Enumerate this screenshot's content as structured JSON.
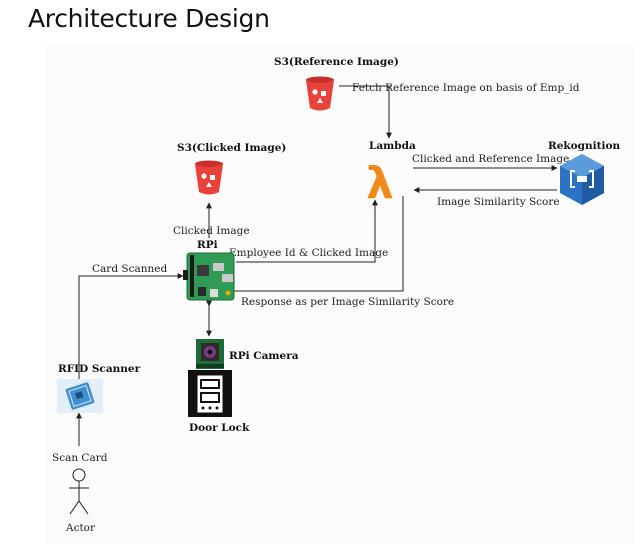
{
  "title": "Architecture Design",
  "nodes": {
    "s3_reference": "S3(Reference Image)",
    "s3_clicked": "S3(Clicked Image)",
    "lambda": "Lambda",
    "rekognition": "Rekognition",
    "rpi": "RPi",
    "rpi_camera": "RPi Camera",
    "rfid_scanner": "RFID Scanner",
    "door_lock": "Door Lock",
    "actor": "Actor"
  },
  "edges": {
    "fetch_reference": "Fetch Reference Image  on basis of Emp_id",
    "clicked_and_reference": "Clicked and Reference Image",
    "image_similarity": "Image Similarity Score",
    "clicked_image": "Clicked Image",
    "employee_id": "Employee Id & Clicked Image",
    "card_scanned": "Card Scanned",
    "response": "Response as per Image Similarity Score",
    "scan_card": "Scan Card"
  },
  "icons": {
    "s3_reference": "s3-bucket-icon",
    "s3_clicked": "s3-bucket-icon",
    "lambda": "lambda-icon",
    "rekognition": "rekognition-icon",
    "rpi": "raspberry-pi-board-icon",
    "rpi_camera": "camera-module-icon",
    "rfid_scanner": "rfid-scanner-icon",
    "door_lock": "door-lock-icon",
    "actor": "stick-figure-icon"
  },
  "colors": {
    "s3": "#e8423a",
    "lambda": "#f08a1a",
    "rekognition": "#2d73c4",
    "rpi_board": "#2f9b55"
  }
}
